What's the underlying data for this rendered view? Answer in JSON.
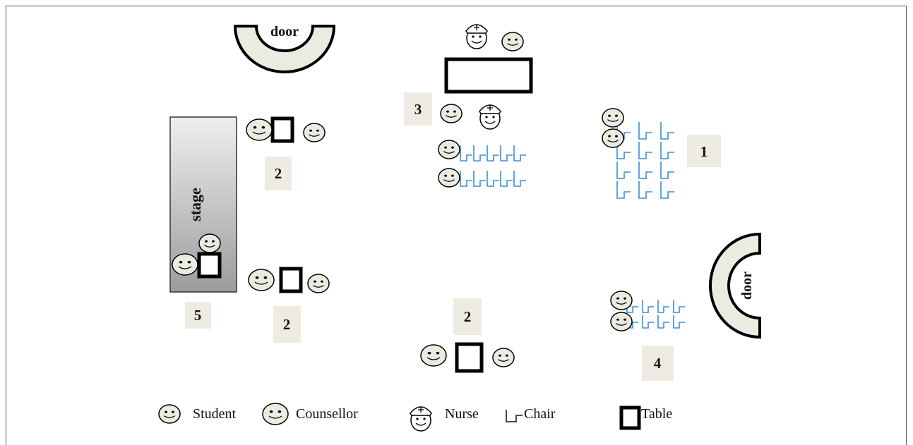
{
  "floorplan": {
    "doors": [
      {
        "id": "door-top",
        "label": "door"
      },
      {
        "id": "door-right",
        "label": "door"
      }
    ],
    "stage_label": "stage",
    "area_numbers": {
      "area1": "1",
      "area2_top": "2",
      "area2_left": "2",
      "area2_bottom": "2",
      "area3": "3",
      "area4": "4",
      "area5": "5"
    }
  },
  "legend": {
    "student": "Student",
    "counsellor": "Counsellor",
    "nurse": "Nurse",
    "chair": "Chair",
    "table": "Table"
  },
  "colors": {
    "chair": "#3a8fd6",
    "door_fill": "#ecebe2",
    "label_box": "#eeece2",
    "face_fill": "#ecebe2"
  }
}
